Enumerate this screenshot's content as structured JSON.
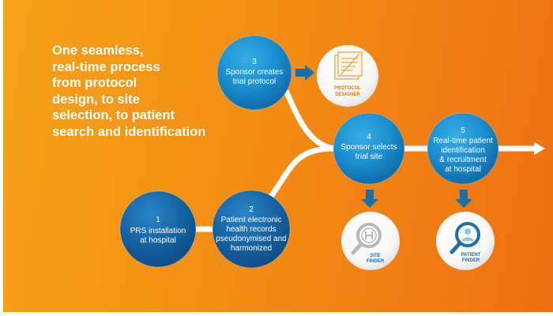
{
  "headline": {
    "lines": [
      "One seamless,",
      "real-time process",
      "from protocol",
      "design, to site",
      "selection, to patient",
      "search and identification"
    ]
  },
  "steps": [
    {
      "number": "1",
      "lines": [
        "PRS installation",
        "at hospital"
      ]
    },
    {
      "number": "2",
      "lines": [
        "Patient electronic",
        "health records",
        "pseudonymised and",
        "harmonized"
      ]
    },
    {
      "number": "3",
      "lines": [
        "Sponsor creates",
        "trial protocol"
      ]
    },
    {
      "number": "4",
      "lines": [
        "Sponsor selects",
        "trial site"
      ]
    },
    {
      "number": "5",
      "lines": [
        "Real-time patient",
        "identification",
        "& recruitment",
        "at hospital"
      ]
    }
  ],
  "tools": [
    {
      "lines": [
        "PROTOCOL",
        "DESIGNER"
      ]
    },
    {
      "lines": [
        "SITE",
        "FINDER"
      ]
    },
    {
      "lines": [
        "PATIENT",
        "FINDER"
      ]
    }
  ],
  "colors": {
    "background_start": "#f7a21b",
    "background_end": "#ee7012",
    "circle_blue": "#1b8fcf",
    "arrow_blue": "#1e6fa7",
    "protocol_label": "#e0780f",
    "finder_label": "#1a6fa8"
  },
  "icons": [
    "document-icon",
    "site-search-icon",
    "patient-search-icon"
  ]
}
